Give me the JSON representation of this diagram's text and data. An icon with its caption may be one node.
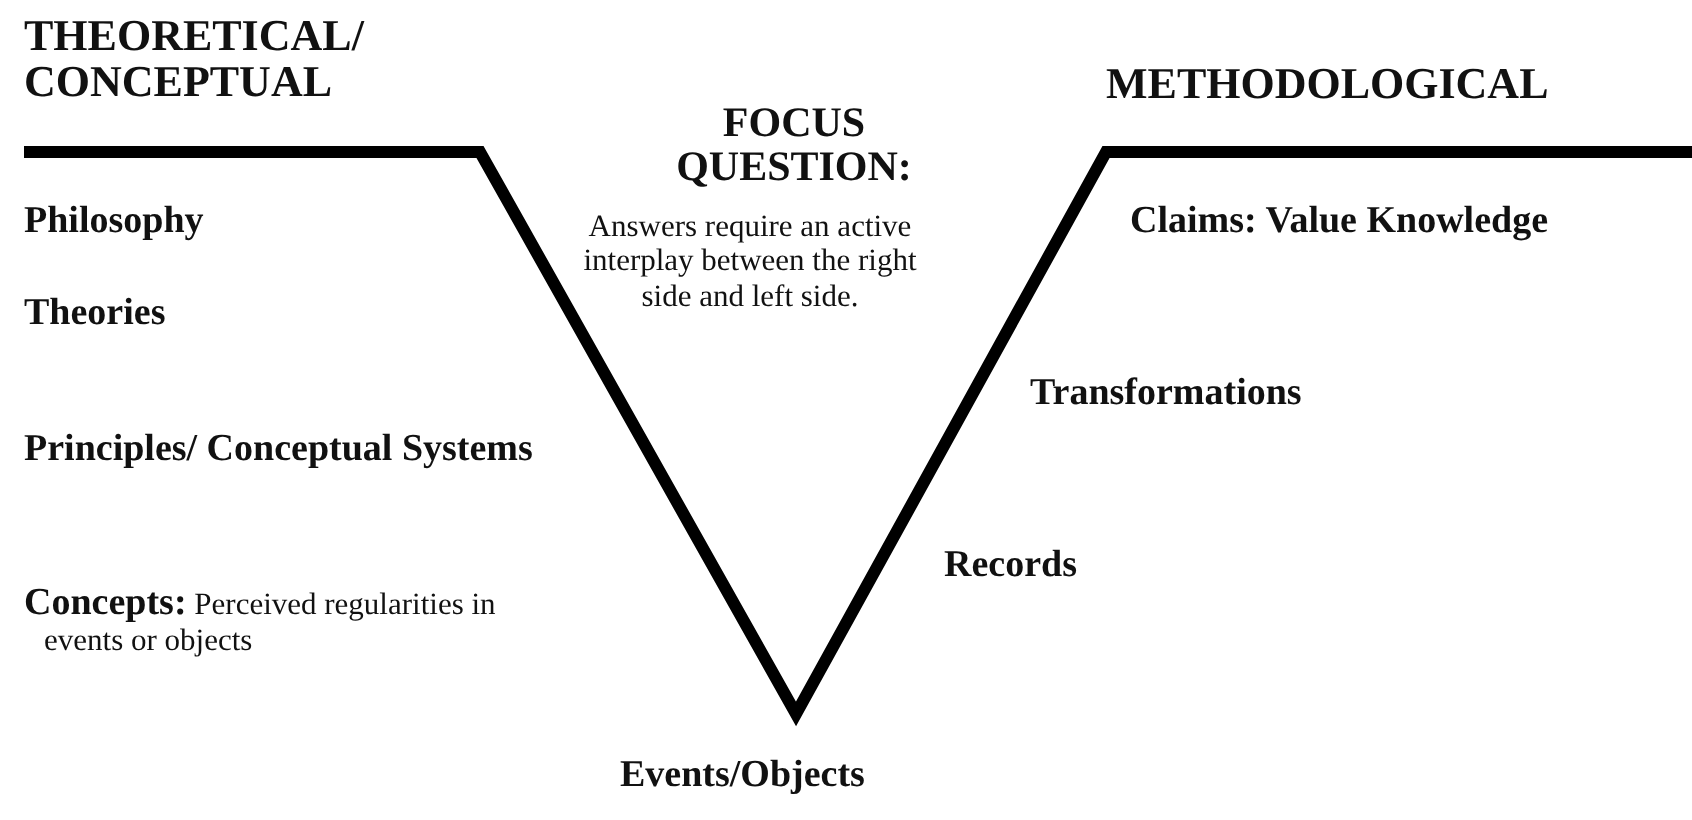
{
  "diagram": {
    "labels": [
      "THEORETICAL/ CONCEPTUAL",
      "FOCUS QUESTION:",
      "METHODOLOGICAL",
      "Answers require an active interplay between the right side and left side.",
      "Philosophy",
      "Claims: Value Knowledge",
      "Theories",
      "Transformations",
      "Principles/ Conceptual Systems",
      "Records",
      "**Concepts:** Perceived regularities in events or objects",
      "Events/Objects"
    ]
  }
}
